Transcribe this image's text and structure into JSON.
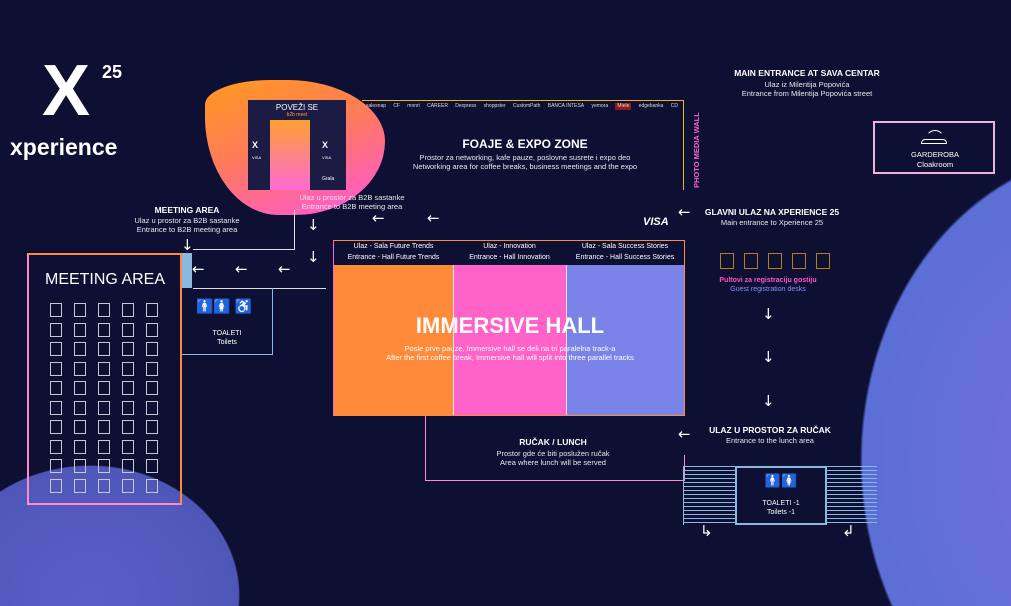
{
  "brand": {
    "mark": "X",
    "superscript": "25",
    "word": "xperience"
  },
  "banner": {
    "title": "POVEŽI SE",
    "subtitle": "b2b meet",
    "visa": "VISA",
    "mark": "X",
    "corner": "Grala"
  },
  "sponsors": [
    "salesnap",
    "CF",
    "monri",
    "CAREER",
    "Dexpress",
    "shoppster",
    "CustomPath",
    "BANCA INTESA",
    "yemora",
    "Miele",
    "edgebanka",
    "CD"
  ],
  "expo": {
    "title": "FOAJE & EXPO ZONE",
    "line1": "Prostor za networking, kafe pauze, poslovne susrete i expo deo",
    "line2": "Networking area for coffee breaks, business meetings and the expo",
    "photo_wall": "PHOTO MEDIA WALL"
  },
  "b2b_entrance": {
    "line1": "Ulaz u prostor za B2B sastanke",
    "line2": "Entrance to B2B meeting area"
  },
  "meeting_label": {
    "title": "MEETING AREA",
    "line1": "Ulaz u prostor za B2B sastanke",
    "line2": "Entrance to B2B meeting area"
  },
  "meeting_room": {
    "title": "MEETING AREA",
    "rows": 10,
    "cols": 5
  },
  "toilets": {
    "title": "TOALETI",
    "subtitle": "Toilets"
  },
  "visa": "VISA",
  "main_entrance_xp": {
    "title": "GLAVNI ULAZ NA XPERIENCE 25",
    "subtitle": "Main entrance to Xperience 25"
  },
  "sava": {
    "title": "MAIN ENTRANCE AT SAVA CENTAR",
    "line1": "Ulaz iz Milentija Popovića",
    "line2": "Entrance from Milentija Popovića street"
  },
  "cloakroom": {
    "title": "GARDEROBA",
    "subtitle": "Cloakroom"
  },
  "registration": {
    "title": "Pultovi za registraciju gostiju",
    "subtitle": "Guest registration desks",
    "desks": 5
  },
  "hall": {
    "title": "IMMERSIVE HALL",
    "line1": "Posle prve pauze, Immersive hall se deli na tri paralelna track-a",
    "line2": "After the first coffee break, Immersive hall will split into three parallel tracks",
    "tracks": [
      {
        "l1": "Ulaz - Sala Future Trends",
        "l2": "Entrance - Hall Future Trends",
        "color": "#ff8a3a"
      },
      {
        "l1": "Ulaz - Innovation",
        "l2": "Entrance - Hall Innovation",
        "color": "#ff62c8"
      },
      {
        "l1": "Ulaz - Sala Success Stories",
        "l2": "Entrance - Hall Success Stories",
        "color": "#7a84e8"
      }
    ]
  },
  "lunch": {
    "title": "RUČAK / LUNCH",
    "line1": "Prostor gde će biti poslužen ručak",
    "line2": "Area where lunch will be served"
  },
  "lunch_entrance": {
    "title": "ULAZ U PROSTOR ZA RUČAK",
    "subtitle": "Entrance to the lunch area"
  },
  "toilets_lower": {
    "title": "TOALETI -1",
    "subtitle": "Toilets -1"
  }
}
